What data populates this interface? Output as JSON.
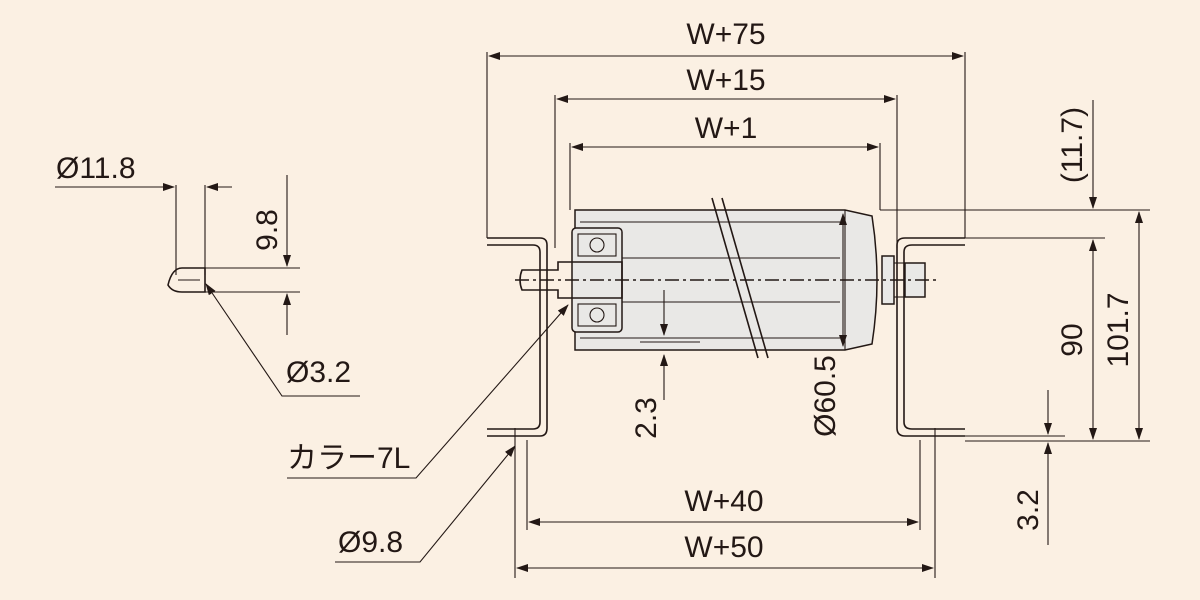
{
  "dimensions": {
    "w75": "W+75",
    "w15": "W+15",
    "w1": "W+1",
    "w40": "W+40",
    "w50": "W+50",
    "d11_8": "Ø11.8",
    "h9_8": "9.8",
    "d3_2": "Ø3.2",
    "collar": "カラー7L",
    "d9_8": "Ø9.8",
    "t2_3": "2.3",
    "d60_5": "Ø60.5",
    "p11_7": "(11.7)",
    "h90": "90",
    "h101_7": "101.7",
    "t3_2": "3.2"
  },
  "colors": {
    "background": "#fbf0e3",
    "line": "#231815",
    "part_fill": "#e9e8e6"
  }
}
